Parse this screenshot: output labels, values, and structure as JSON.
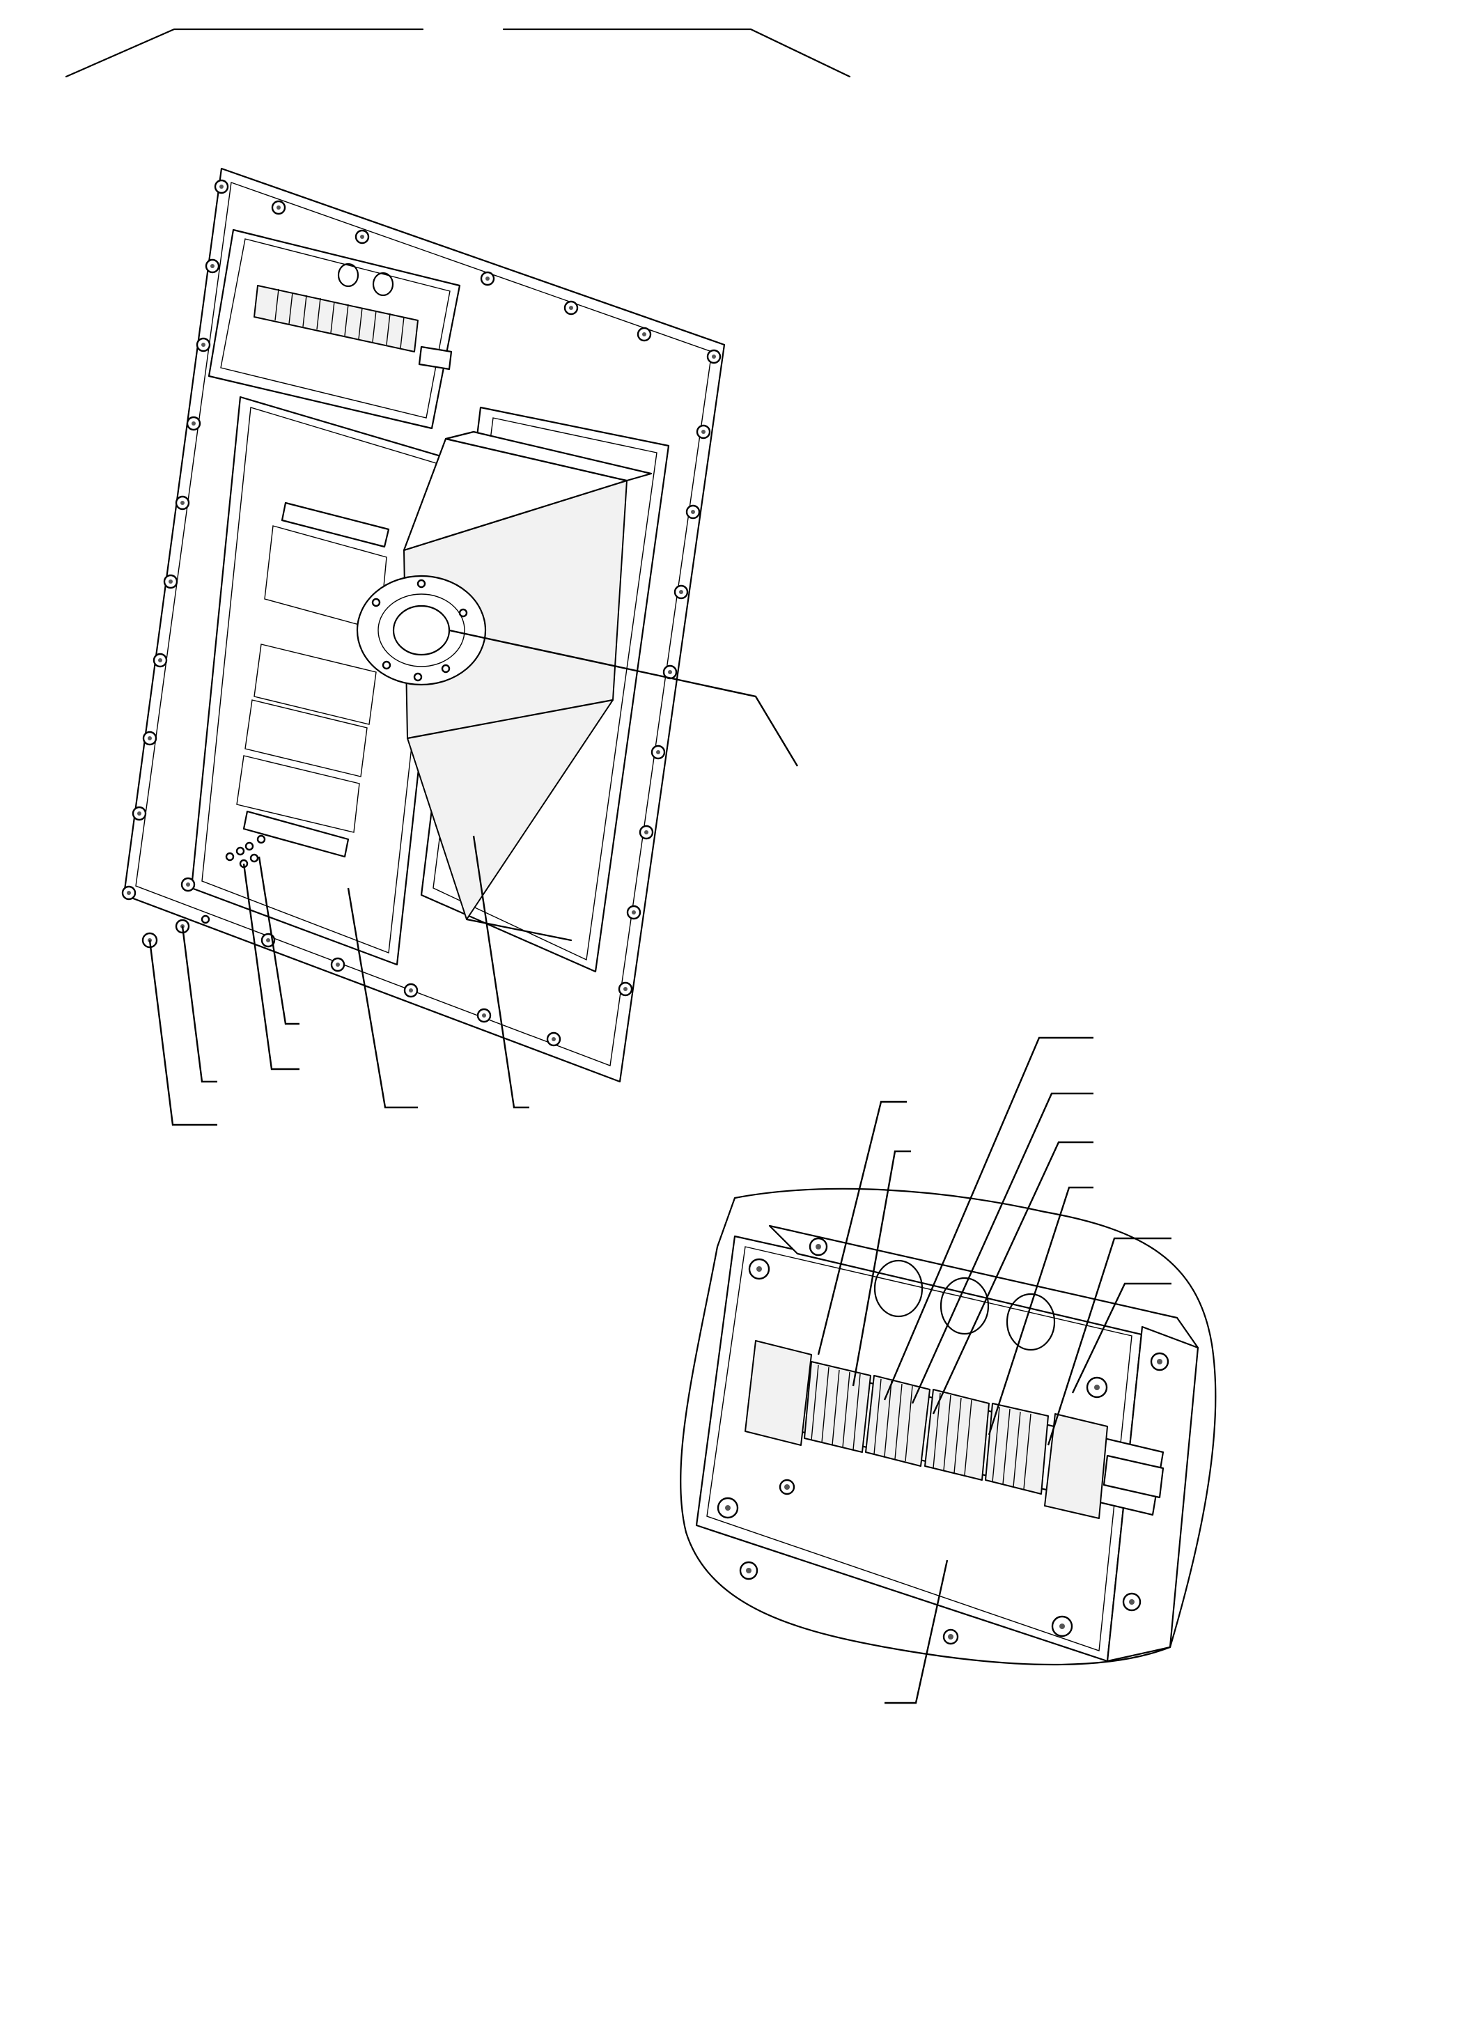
{
  "figure": {
    "description_labels": [],
    "main_view": {
      "parts": [
        "mounting-plate",
        "upper-terminal-box",
        "lower-panel",
        "feed-horn",
        "flange",
        "clamp-bars",
        "label-plates",
        "screws",
        "washers"
      ]
    },
    "detail_view": {
      "parts": [
        "terminal-box-enclosure",
        "terminal-rail",
        "terminal-blocks",
        "cable-holes",
        "mounting-bolts"
      ]
    },
    "leader_count": 16,
    "colors": {
      "ink": "#000000",
      "paper": "#ffffff",
      "fill": "#f2f2f2"
    }
  }
}
